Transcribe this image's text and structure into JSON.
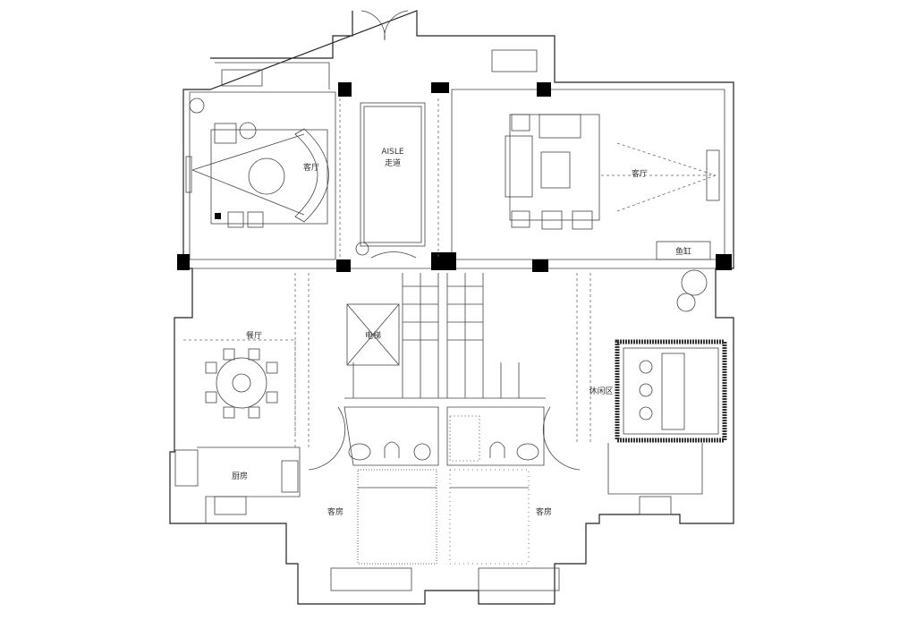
{
  "labels": {
    "living_room_left": "客厅",
    "aisle_en": "AISLE",
    "aisle_cn": "走道",
    "living_room_right": "客厅",
    "fish_tank": "鱼缸",
    "dining_room": "餐厅",
    "elevator": "电梯",
    "leisure_area": "休闲区",
    "kitchen": "厨房",
    "guest_room_left": "客房",
    "guest_room_right": "客房"
  }
}
